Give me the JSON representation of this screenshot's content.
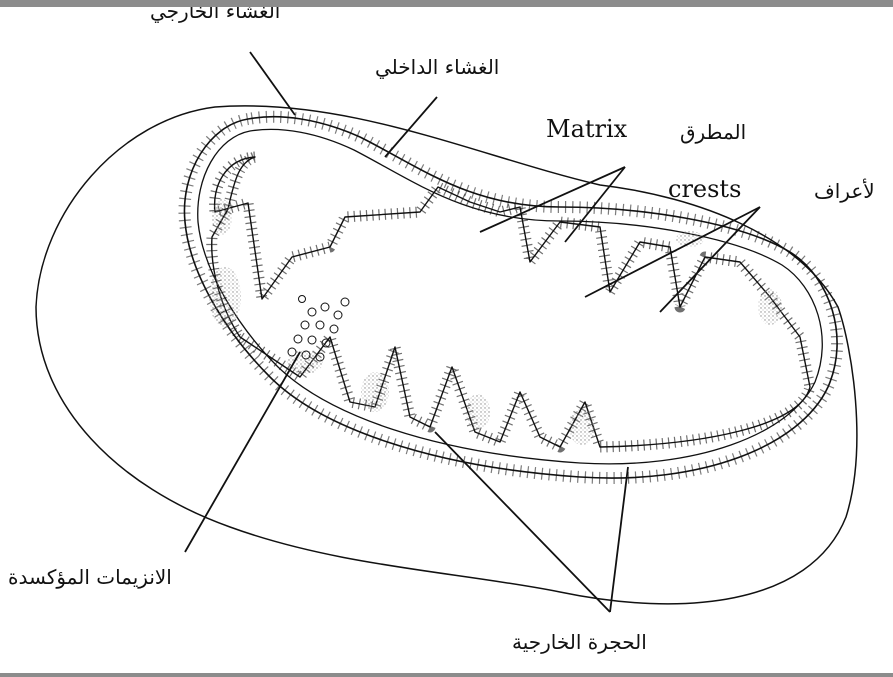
{
  "labels": {
    "outer_membrane": "الغشاء الخارجي",
    "inner_membrane": "الغشاء الداخلي",
    "matrix_en": "Matrix",
    "matrix_ar": "المطرق",
    "crests_en": "crests",
    "crests_ar": "لأعراف",
    "oxidative_enzymes": "الانزيمات المؤكسدة",
    "outer_compartment": "الحجرة الخارجية"
  },
  "colors": {
    "frame": "#8c8c8c",
    "ink": "#111111",
    "stipple": "#8a8a8a"
  }
}
